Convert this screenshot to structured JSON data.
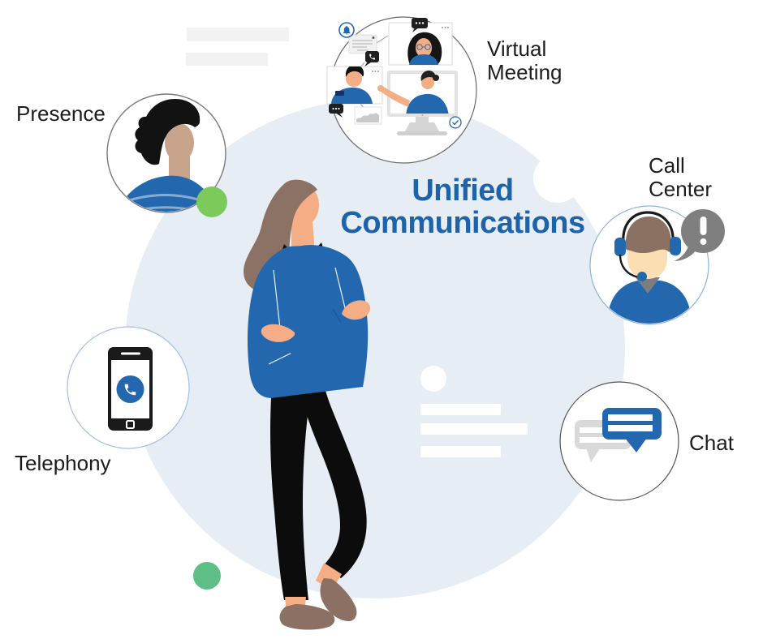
{
  "title": {
    "text": "Unified\nCommunications",
    "color": "#1d63ab"
  },
  "labels": {
    "presence": "Presence",
    "virtual_meeting": "Virtual\nMeeting",
    "call_center": "Call\nCenter",
    "chat": "Chat",
    "telephony": "Telephony"
  },
  "icons": {
    "presence_status_dot": "green-status-circle",
    "bell": "notification-bell",
    "phone_call_bubble": "phone-handset-chat-bubble",
    "typing_bubble": "chat-dots-bubble",
    "chart_card": "area-chart-card",
    "notes_card": "text-lines-card",
    "check_badge": "check-circle",
    "exclamation_bubble": "exclamation-speech-bubble",
    "chat_bubbles": "double-speech-bubbles",
    "phone_app": "phone-handset-in-circle"
  },
  "colors": {
    "background": "#ffffff",
    "big_circle": "#e7edf4",
    "primary_blue": "#2368ae",
    "title_blue": "#1d63ab",
    "status_green": "#7cc95c",
    "deco_green": "#5ebe86",
    "speech_bubble_gray": "#7f7f7f",
    "chat_bubble_gray": "#d9d9d9",
    "deco_bar_gray": "#f2f2f2",
    "text": "#1c1c1c"
  }
}
